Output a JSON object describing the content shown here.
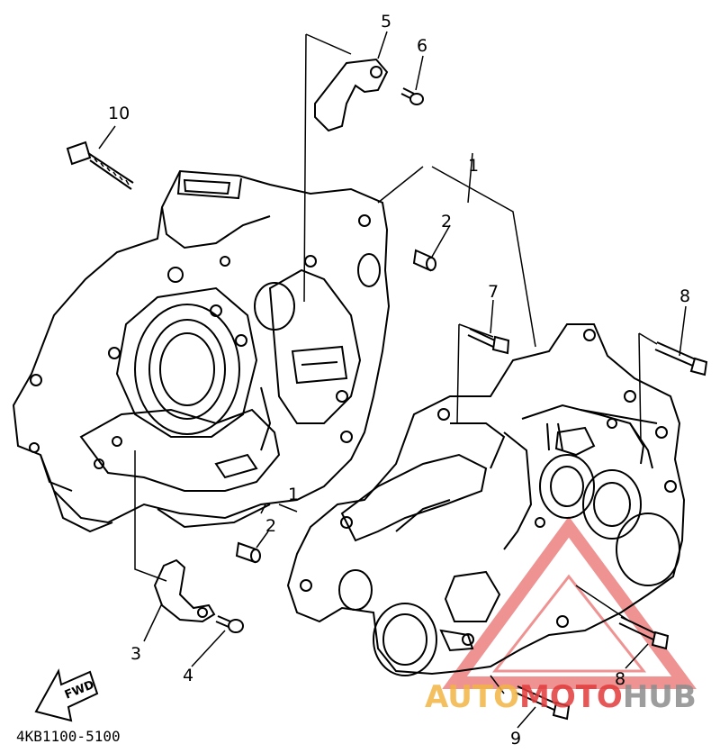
{
  "callouts": {
    "c1_top": "1",
    "c1_mid": "1",
    "c2_top": "2",
    "c2_bot": "2",
    "c3": "3",
    "c4": "4",
    "c5": "5",
    "c6": "6",
    "c7": "7",
    "c8_top": "8",
    "c8_bot": "8",
    "c9": "9",
    "c10": "10"
  },
  "fwd_label": "FWD",
  "diagram_code": "4KB1100-5100",
  "watermark": {
    "part1": "AUTO",
    "part2": "MOTO",
    "part3": "HUB",
    "color_orange": "#f2b544",
    "color_red": "#e23a3a",
    "color_gray": "#8c8c8c"
  }
}
